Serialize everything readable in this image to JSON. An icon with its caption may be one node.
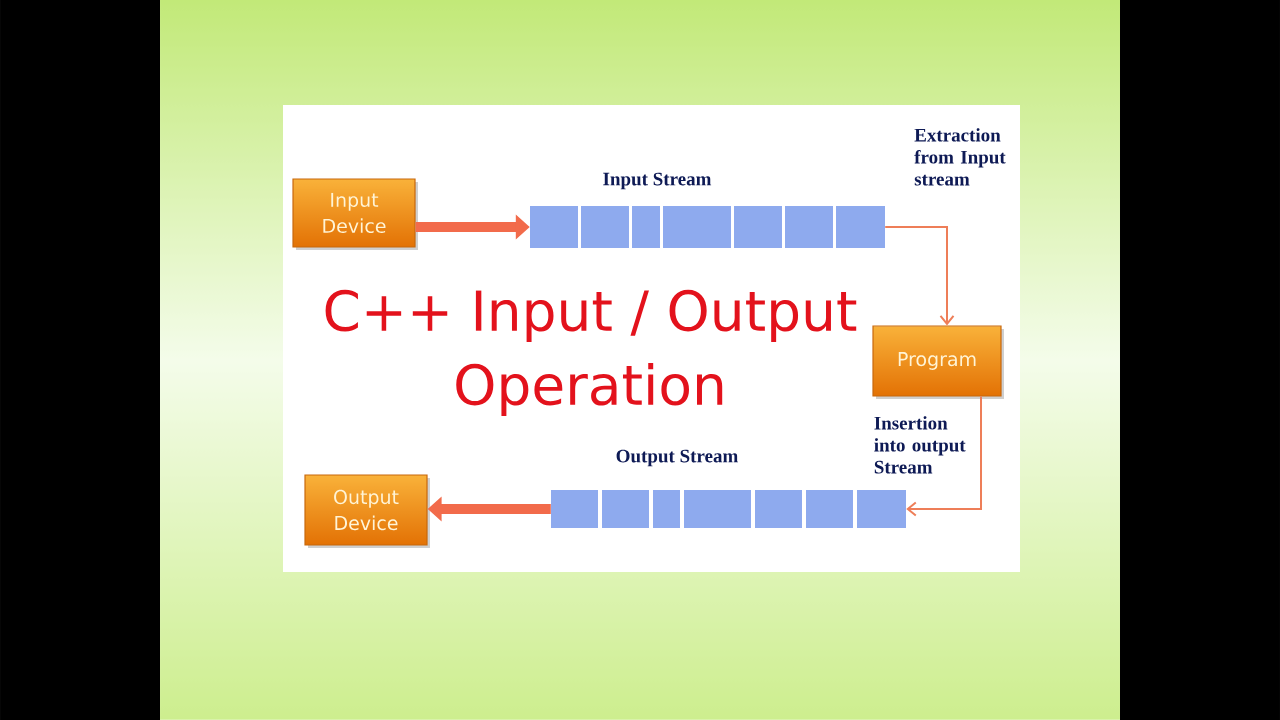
{
  "diagram": {
    "title": "C++ Input / Output Operation",
    "nodes": [
      {
        "text": [
          "Input Device"
        ]
      },
      {
        "text": [
          "Input Stream"
        ]
      },
      {
        "text": [
          "Program"
        ]
      },
      {
        "text": [
          "Output Device"
        ]
      },
      {
        "text": [
          "Output Stream"
        ]
      }
    ],
    "edges": [
      {
        "from": 0,
        "to": 1,
        "arrow": "to",
        "style": "thick"
      },
      {
        "from": 1,
        "to": 2,
        "arrow": "to",
        "label": "Extraction from Input stream"
      },
      {
        "from": 2,
        "to": 4,
        "arrow": "to",
        "label": "Insertion into output Stream"
      },
      {
        "from": 4,
        "to": 3,
        "arrow": "to",
        "style": "thick"
      }
    ]
  }
}
